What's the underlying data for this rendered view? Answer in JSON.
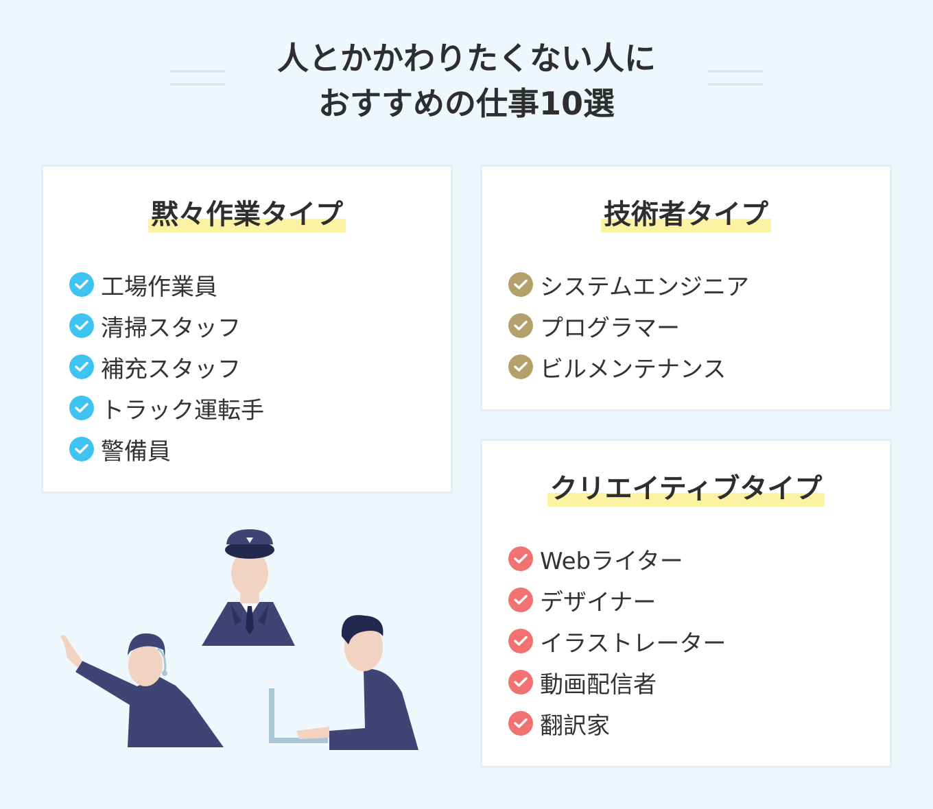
{
  "title": {
    "line1": "人とかかわりたくない人に",
    "line2": "おすすめの仕事10選"
  },
  "colors": {
    "background": "#eef7fb",
    "highlight": "#fbf2a3",
    "check_blue": "#3fc3f1",
    "check_gold": "#b3a06b",
    "check_red": "#f27272",
    "uniform_navy": "#3f4474"
  },
  "cards": [
    {
      "title": "黙々作業タイプ",
      "icon": "check-circle-icon",
      "items": [
        "工場作業員",
        "清掃スタッフ",
        "補充スタッフ",
        "トラック運転手",
        "警備員"
      ]
    },
    {
      "title": "技術者タイプ",
      "icon": "check-circle-icon",
      "items": [
        "システムエンジニア",
        "プログラマー",
        "ビルメンテナンス"
      ]
    },
    {
      "title": "クリエイティブタイプ",
      "icon": "check-circle-icon",
      "items": [
        "Webライター",
        "デザイナー",
        "イラストレーター",
        "動画配信者",
        "翻訳家"
      ]
    }
  ]
}
